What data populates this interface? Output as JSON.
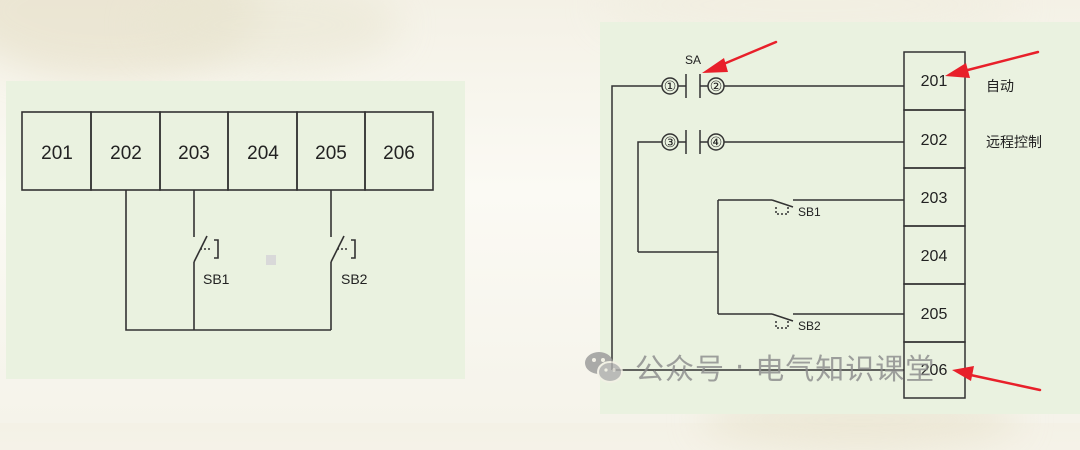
{
  "left_diagram": {
    "terminals": [
      "201",
      "202",
      "203",
      "204",
      "205",
      "206"
    ],
    "switches": [
      "SB1",
      "SB2"
    ]
  },
  "right_diagram": {
    "terminals": [
      "201",
      "202",
      "203",
      "204",
      "205",
      "206"
    ],
    "selector_label": "SA",
    "contact_labels": [
      "①",
      "②",
      "③",
      "④"
    ],
    "switches": [
      "SB1",
      "SB2"
    ],
    "terminal_notes": [
      "自动",
      "远程控制"
    ]
  },
  "watermark": {
    "prefix": "公众号",
    "separator": "·",
    "name": "电气知识课堂"
  },
  "colors": {
    "panel_bg": "#eaf2e0",
    "line": "#333333",
    "arrow": "#e8202a",
    "watermark": "#8c8c8c"
  },
  "icons": [
    "wechat-icon",
    "arrow-icon"
  ]
}
